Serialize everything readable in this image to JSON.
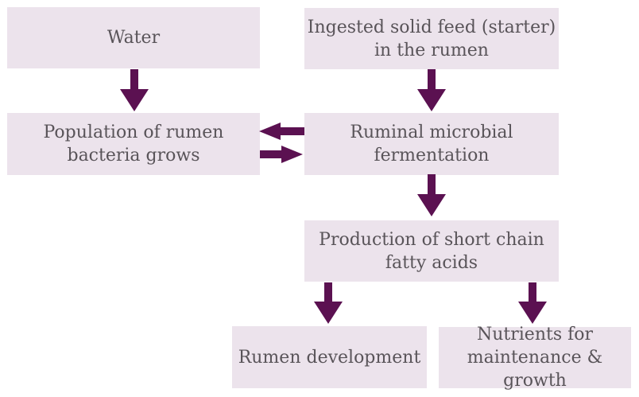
{
  "diagram": {
    "type": "flowchart",
    "topic": "Rumen development from starter feed intake",
    "nodes": [
      {
        "id": "water",
        "label": "Water"
      },
      {
        "id": "ingested-feed",
        "label": "Ingested solid feed (starter)\nin the rumen"
      },
      {
        "id": "bacteria",
        "label": "Population of rumen\nbacteria grows"
      },
      {
        "id": "fermentation",
        "label": "Ruminal microbial\nfermentation"
      },
      {
        "id": "fatty-acids",
        "label": "Production of short chain\nfatty acids"
      },
      {
        "id": "rumen-dev",
        "label": "Rumen development"
      },
      {
        "id": "nutrients",
        "label": "Nutrients for\nmaintenance & growth"
      }
    ],
    "edges": [
      {
        "from": "water",
        "to": "bacteria",
        "direction": "down"
      },
      {
        "from": "ingested-feed",
        "to": "fermentation",
        "direction": "down"
      },
      {
        "from": "fermentation",
        "to": "bacteria",
        "direction": "left"
      },
      {
        "from": "bacteria",
        "to": "fermentation",
        "direction": "right"
      },
      {
        "from": "fermentation",
        "to": "fatty-acids",
        "direction": "down"
      },
      {
        "from": "fatty-acids",
        "to": "rumen-dev",
        "direction": "down"
      },
      {
        "from": "fatty-acids",
        "to": "nutrients",
        "direction": "down"
      }
    ],
    "colors": {
      "background": "#ffffff",
      "box_fill": "#ece3ec",
      "text": "#595459",
      "arrow": "#5b1151"
    }
  }
}
